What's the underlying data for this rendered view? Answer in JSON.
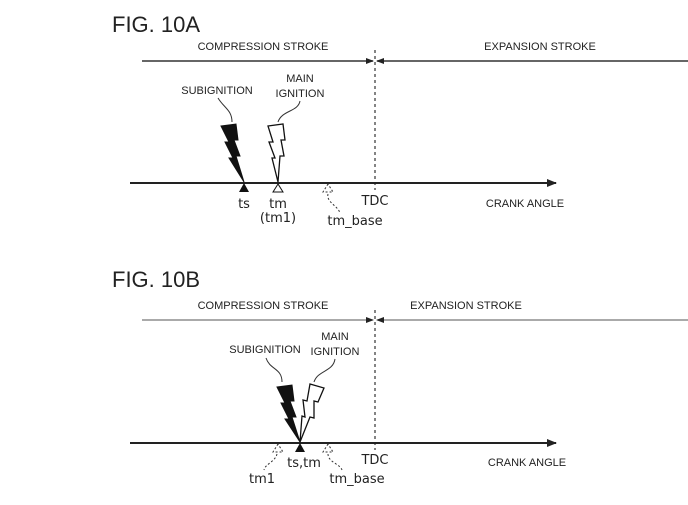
{
  "figures": [
    {
      "title": "FIG. 10A",
      "compression_label": "COMPRESSION STROKE",
      "expansion_label": "EXPANSION STROKE",
      "subignition_label": "SUBIGNITION",
      "main_label_1": "MAIN",
      "main_label_2": "IGNITION",
      "axis_label": "CRANK ANGLE",
      "tdc_label": "TDC",
      "ts_label": "ts",
      "tm_label": "tm",
      "tm1_label": "(tm1)",
      "tm_base_label": "tm_base"
    },
    {
      "title": "FIG. 10B",
      "compression_label": "COMPRESSION STROKE",
      "expansion_label": "EXPANSION STROKE",
      "subignition_label": "SUBIGNITION",
      "main_label_1": "MAIN",
      "main_label_2": "IGNITION",
      "axis_label": "CRANK ANGLE",
      "tdc_label": "TDC",
      "ts_tm_label": "ts,tm",
      "tm1_label": "tm1",
      "tm_base_label": "tm_base"
    }
  ]
}
